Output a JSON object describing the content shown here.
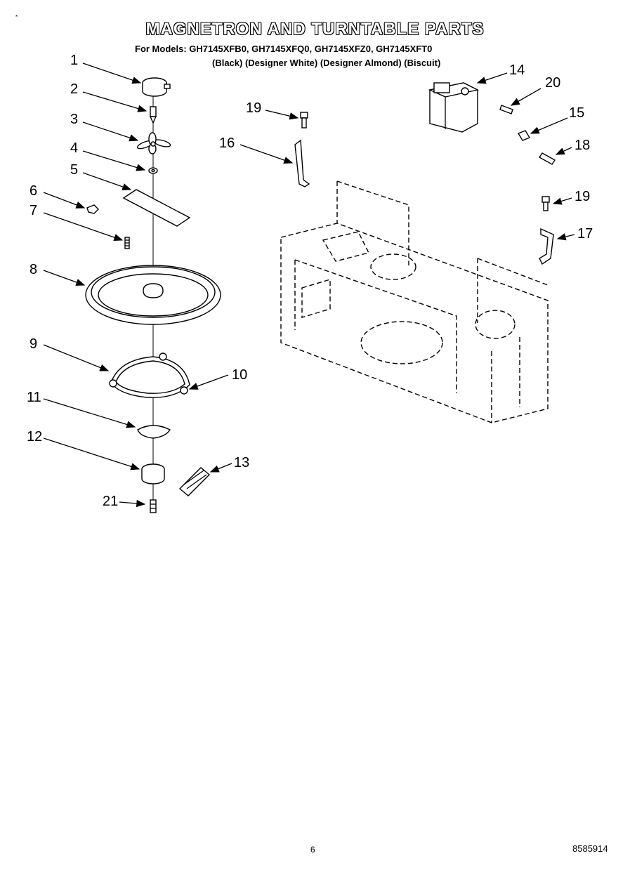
{
  "header": {
    "title": "MAGNETRON AND TURNTABLE PARTS",
    "models_line": "For Models: GH7145XFB0, GH7145XFQ0, GH7145XFZ0, GH7145XFT0",
    "colors_line": "(Black)  (Designer White) (Designer Almond)  (Biscuit)"
  },
  "corner_mark": "*",
  "callouts": {
    "c1": "1",
    "c2": "2",
    "c3": "3",
    "c4": "4",
    "c5": "5",
    "c6": "6",
    "c7": "7",
    "c8": "8",
    "c9": "9",
    "c10": "10",
    "c11": "11",
    "c12": "12",
    "c13": "13",
    "c14": "14",
    "c15": "15",
    "c16": "16",
    "c17": "17",
    "c18": "18",
    "c19a": "19",
    "c19b": "19",
    "c20": "20",
    "c21": "21"
  },
  "footer": {
    "page_number": "6",
    "document_number": "8585914"
  }
}
